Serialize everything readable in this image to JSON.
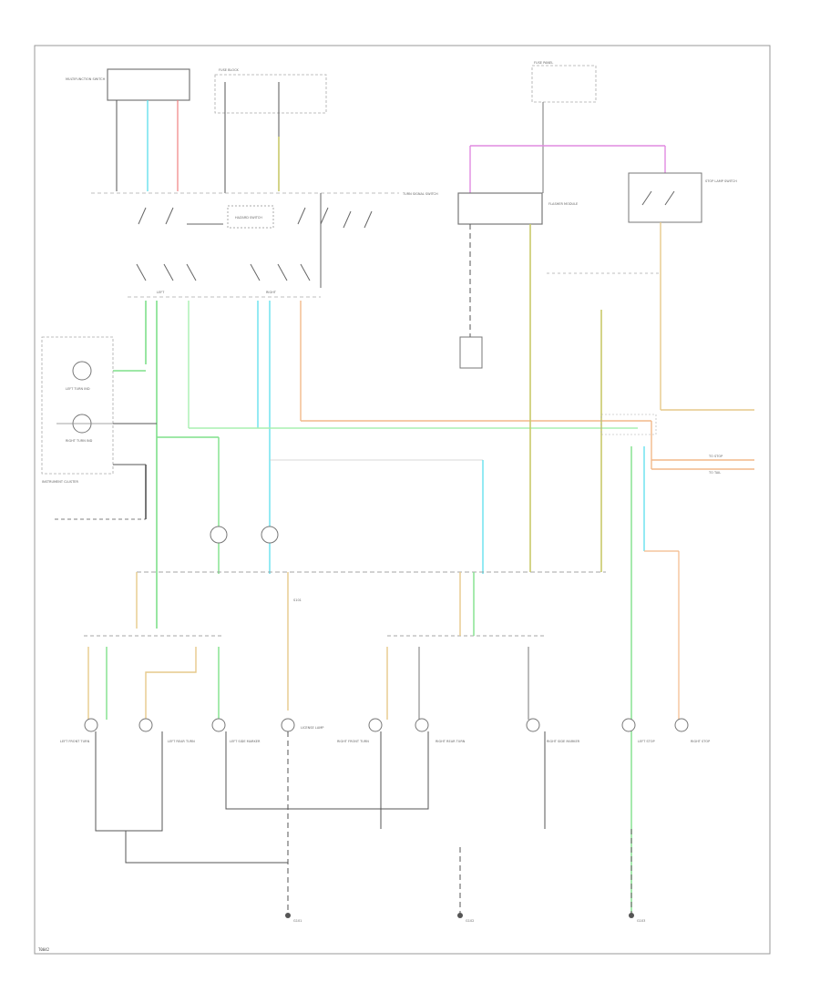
{
  "diagram": {
    "corner_code": "T0042",
    "colors": {
      "wire_black": "#333333",
      "wire_green": "#7fe08a",
      "wire_light_green": "#a8f0b0",
      "wire_blue": "#66e0ee",
      "wire_tan": "#e6c98a",
      "wire_orange": "#f2b98a",
      "wire_olive": "#c9c96a",
      "wire_violet": "#e08ae0",
      "wire_red": "#f08080"
    },
    "labels": {
      "module_top_left": "MULTIFUNCTION SWITCH",
      "fuse_block_top": "FUSE BLOCK",
      "fuse_panel_right": "FUSE PANEL",
      "flasher_module": "FLASHER MODULE",
      "hazard_switch": "HAZARD SWITCH",
      "turn_switch": "TURN SIGNAL SWITCH",
      "left_label": "LEFT",
      "right_label": "RIGHT",
      "instrument_cluster": "INSTRUMENT CLUSTER",
      "indicator_left": "LEFT TURN IND",
      "indicator_right": "RIGHT TURN IND",
      "ground_lower_left": "G101",
      "ground_center": "G102",
      "ground_right": "G103",
      "splice": "S101",
      "left_front_turn": "LEFT FRONT TURN",
      "left_rear_turn": "LEFT REAR TURN",
      "left_side_marker": "LEFT SIDE MARKER",
      "right_front_turn": "RIGHT FRONT TURN",
      "right_rear_turn": "RIGHT REAR TURN",
      "right_side_marker": "RIGHT SIDE MARKER",
      "license_lamp": "LICENSE LAMP",
      "stop_lamp_switch": "STOP LAMP SWITCH",
      "left_stop": "LEFT STOP",
      "right_stop": "RIGHT STOP",
      "to_stop": "TO STOP",
      "to_tail": "TO TAIL"
    }
  }
}
